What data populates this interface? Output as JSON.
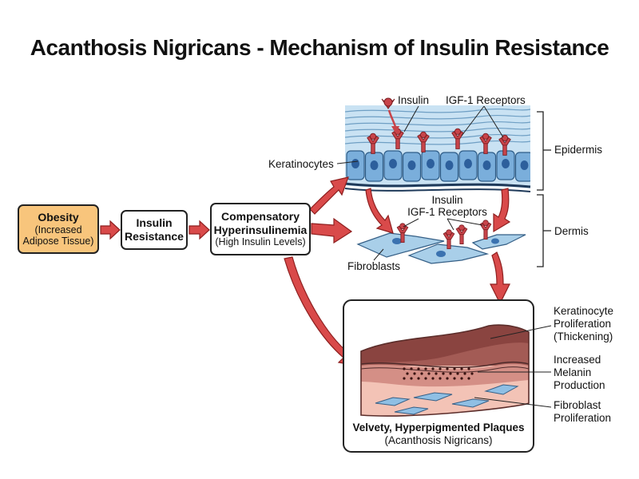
{
  "title": "Acanthosis Nigricans - Mechanism of Insulin Resistance",
  "boxes": {
    "obesity": {
      "title": "Obesity",
      "line1": "(Increased",
      "line2": "Adipose Tissue)"
    },
    "insulin_resistance": {
      "line1": "Insulin",
      "line2": "Resistance"
    },
    "compensatory": {
      "line1": "Compensatory",
      "line2": "Hyperinsulinemia",
      "sub": "(High Insulin Levels)"
    }
  },
  "labels": {
    "insulin_top": "Insulin",
    "igf_top": "IGF-1 Receptors",
    "keratinocytes": "Keratinocytes",
    "epidermis": "Epidermis",
    "insulin_mid": "Insulin",
    "igf_mid": "IGF-1 Receptors",
    "dermis": "Dermis",
    "fibroblasts": "Fibroblasts"
  },
  "result": {
    "title": "Velvety, Hyperpigmented Plaques",
    "subtitle": "(Acanthosis Nigricans)",
    "annotations": [
      {
        "lines": [
          "Keratinocyte",
          "Proliferation",
          "(Thickening)"
        ]
      },
      {
        "lines": [
          "Increased",
          "Melanin",
          "Production"
        ]
      },
      {
        "lines": [
          "Fibroblast",
          "Proliferation"
        ]
      }
    ]
  },
  "colors": {
    "arrow": "#d94a4a",
    "arrow_stroke": "#8e1f1f",
    "obesity_fill": "#f8c57c",
    "epidermis": "#a9cfe9",
    "cell": "#6fa7d8",
    "receptor": "#c8444a",
    "skin": "#b06a62"
  }
}
